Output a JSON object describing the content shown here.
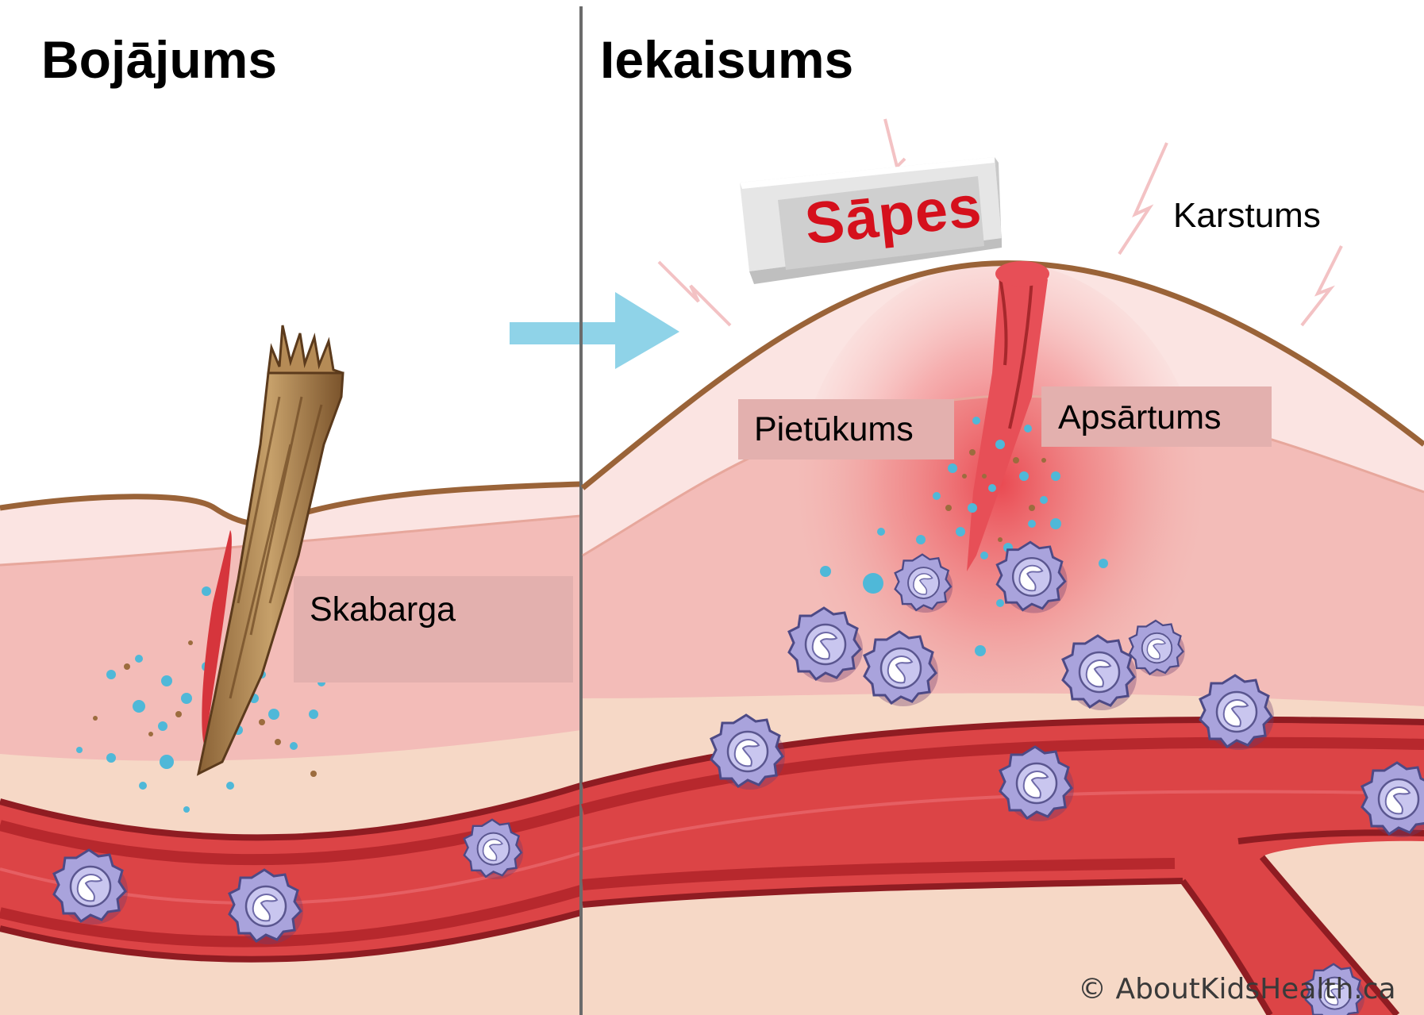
{
  "panels": {
    "left": {
      "title": "Bojājums"
    },
    "right": {
      "title": "Iekaisums"
    }
  },
  "labels": {
    "splinter": "Skabarga",
    "pain": "Sāpes",
    "heat": "Karstums",
    "swelling": "Pietūkums",
    "redness": "Apsārtums"
  },
  "credit": "© AboutKidsHealth.ca",
  "colors": {
    "arrow": "#8fd3e8",
    "pain_text": "#d5101c",
    "label_background": "#e3b0ae",
    "skin_surface": "#9a6338",
    "blood_vessel": "#c9252d",
    "white_blood_cell": "#a9a3dc",
    "particles": "#4fb8d8",
    "divider": "#6b6b6b"
  }
}
